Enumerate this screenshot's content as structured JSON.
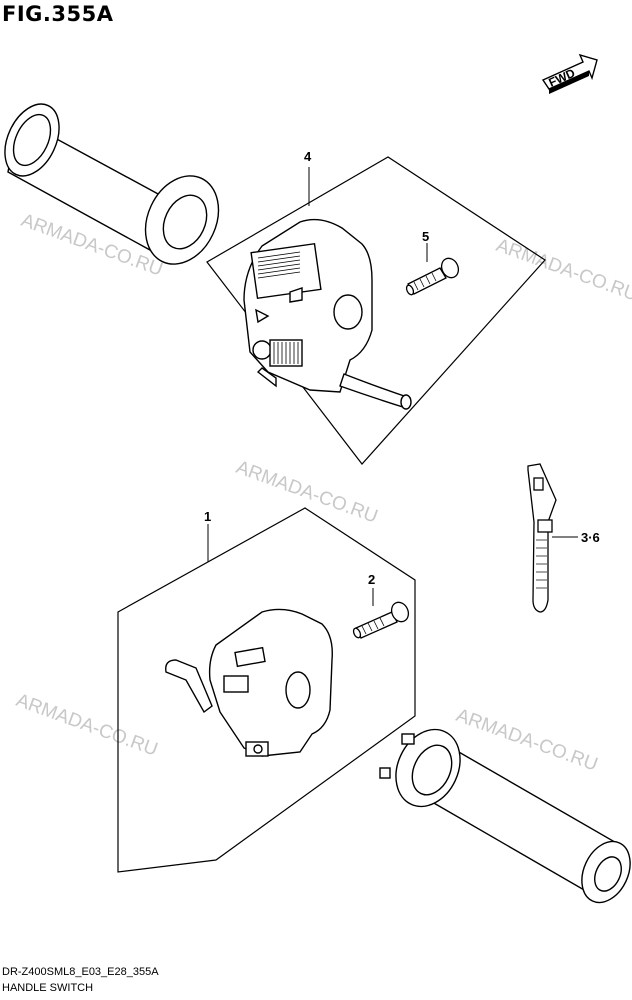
{
  "figure": {
    "title": "FIG.355A"
  },
  "footer": {
    "code": "DR-Z400SML8_E03_E28_355A",
    "name": "HANDLE SWITCH"
  },
  "direction_badge": {
    "label": "FWD"
  },
  "watermark": {
    "text": "ARMADA-CO.RU"
  },
  "callouts": [
    {
      "id": "4",
      "label": "4"
    },
    {
      "id": "5",
      "label": "5"
    },
    {
      "id": "1",
      "label": "1"
    },
    {
      "id": "2",
      "label": "2"
    },
    {
      "id": "3-6",
      "label": "3·6"
    }
  ]
}
